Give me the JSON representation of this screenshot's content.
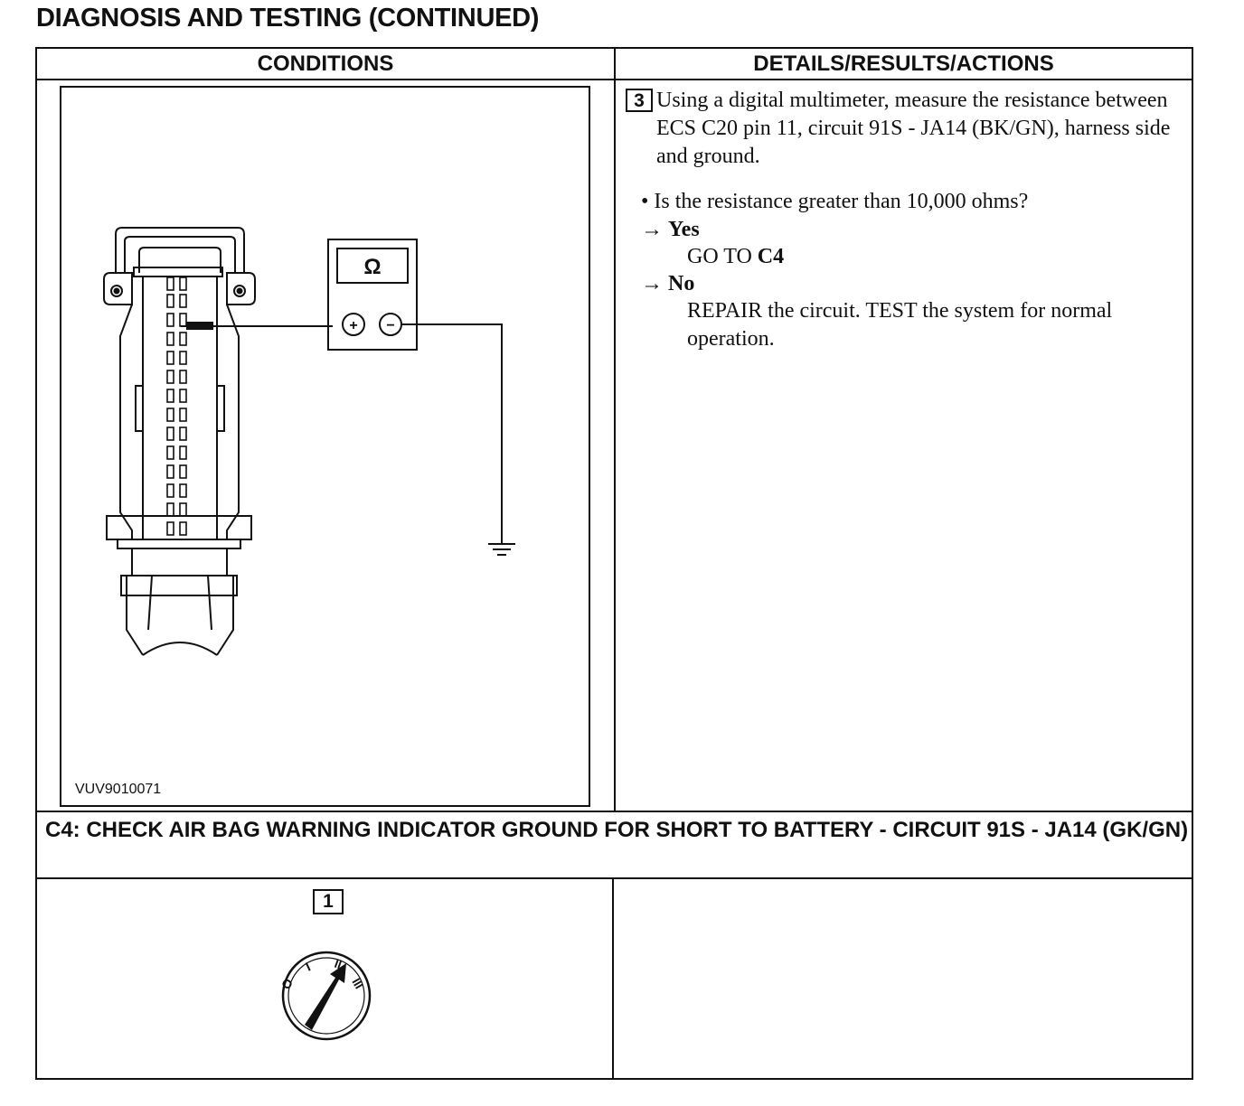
{
  "page_title": "DIAGNOSIS AND TESTING (CONTINUED)",
  "columns": {
    "conditions": "CONDITIONS",
    "details": "DETAILS/RESULTS/ACTIONS"
  },
  "figure": {
    "code": "VUV9010071",
    "meter_symbol": "Ω",
    "plus_symbol": "+",
    "minus_symbol": "−"
  },
  "step3": {
    "number": "3",
    "text": "Using a digital multimeter, measure the resistance between ECS C20 pin 11, circuit 91S - JA14 (BK/GN), harness side and ground.",
    "question": "• Is the resistance greater than 10,000 ohms?",
    "yes_arrow": "→",
    "yes_label": "Yes",
    "yes_action_prefix": "GO TO ",
    "yes_action_target": "C4",
    "no_arrow": "→",
    "no_label": "No",
    "no_action": "REPAIR the circuit. TEST the system for normal operation."
  },
  "section_c4": {
    "title": "C4: CHECK AIR BAG WARNING INDICATOR GROUND FOR SHORT TO BATTERY - CIRCUIT 91S - JA14 (GK/GN)",
    "step_number": "1",
    "ignition_positions": [
      "O",
      "I",
      "II",
      "III"
    ]
  }
}
